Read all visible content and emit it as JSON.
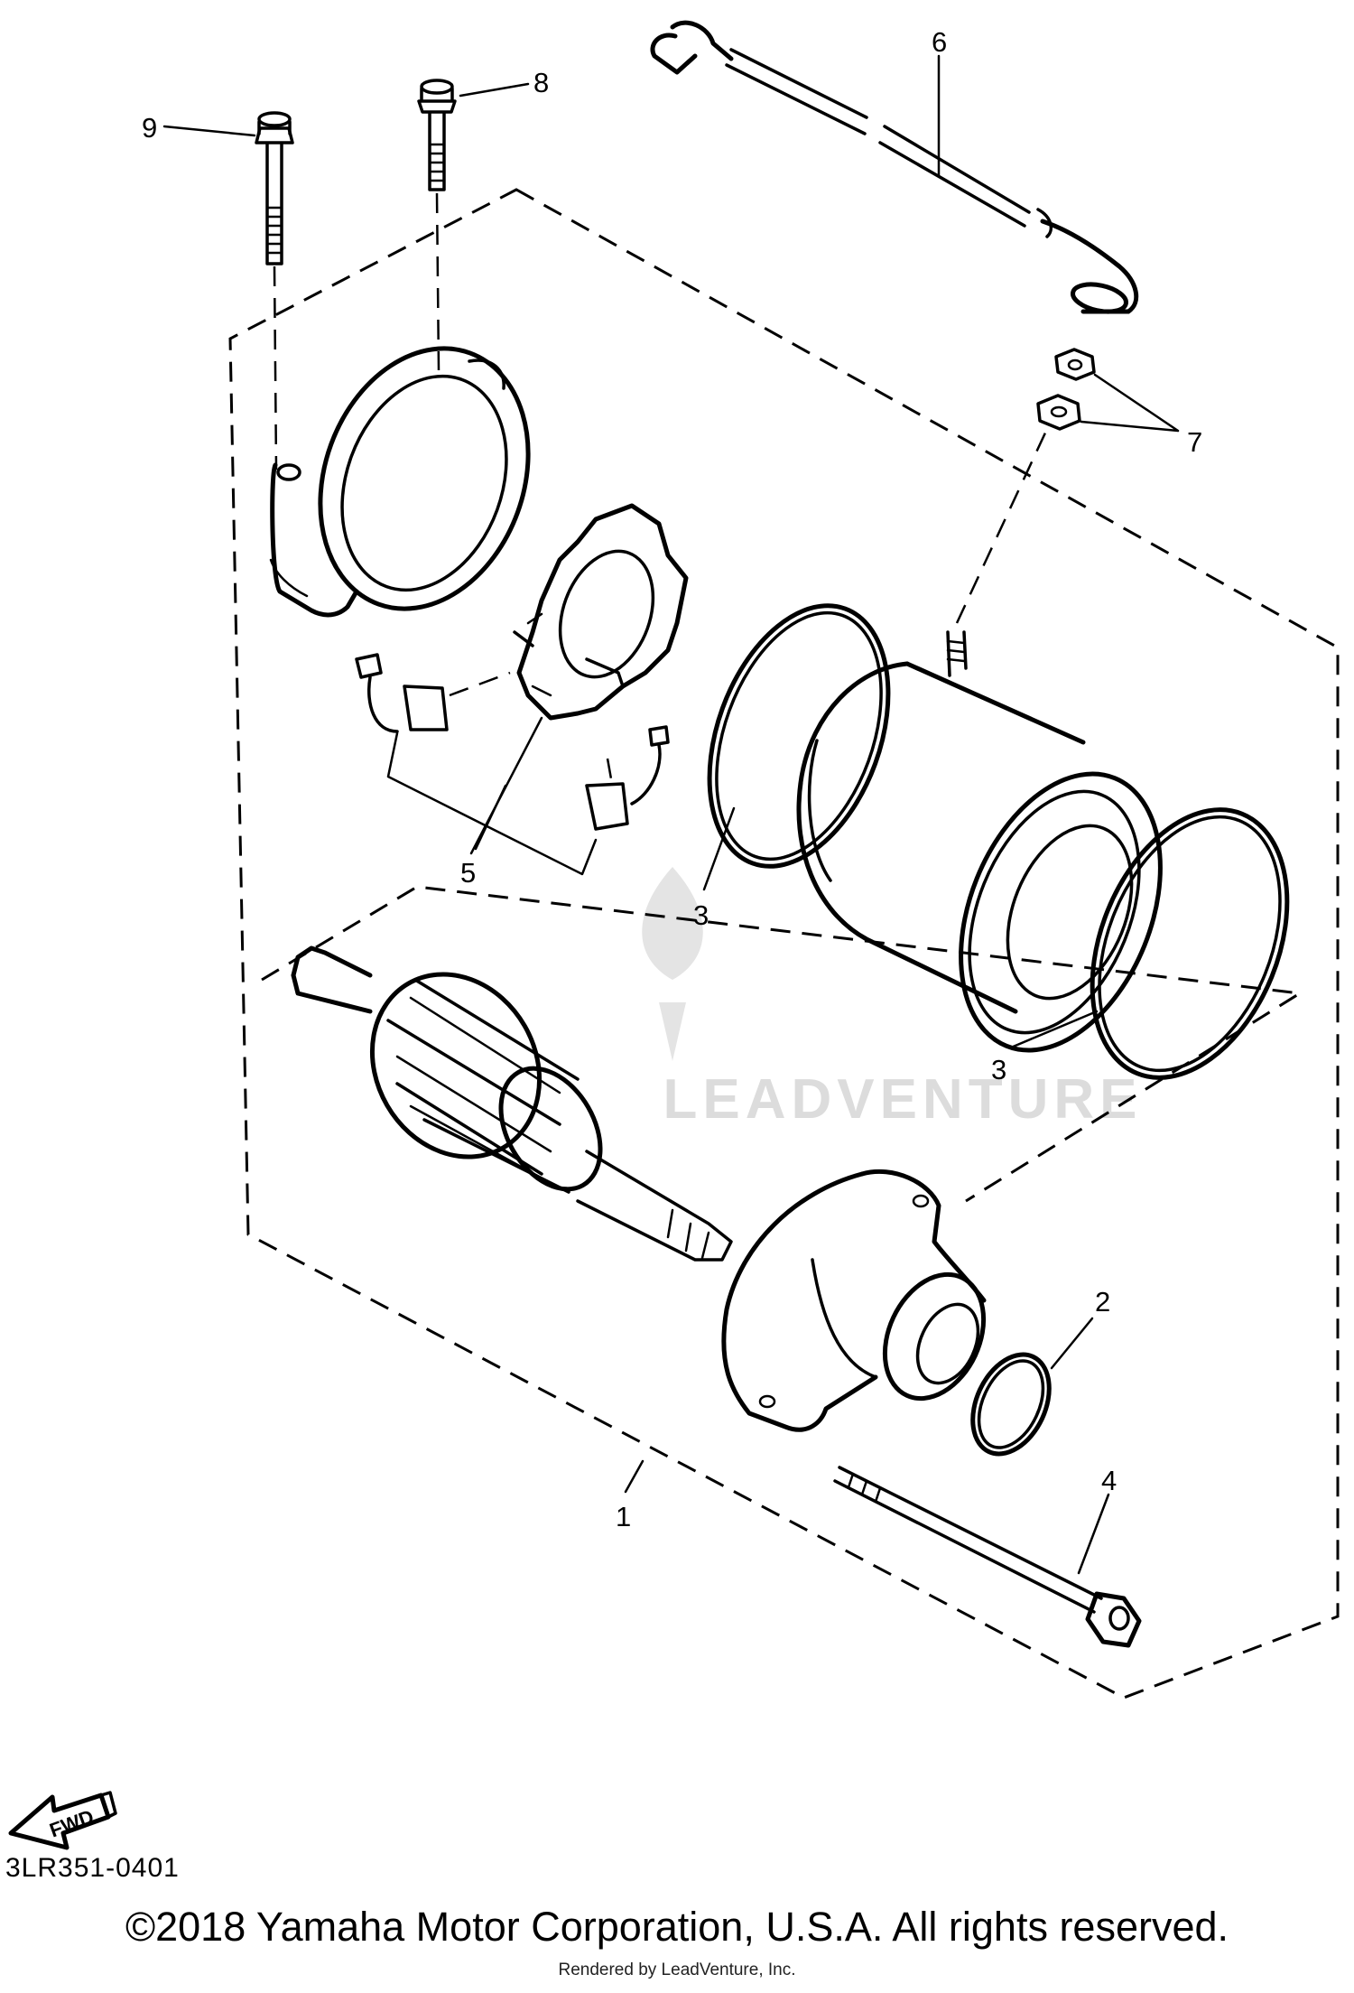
{
  "diagram": {
    "callouts": {
      "c1": "1",
      "c2": "2",
      "c3a": "3",
      "c3b": "3",
      "c4": "4",
      "c5": "5",
      "c6": "6",
      "c7": "7",
      "c8": "8",
      "c9": "9"
    },
    "fwd_label": "FWD",
    "watermark_text": "LEADVENTURE"
  },
  "footer": {
    "diagram_code": "3LR351-0401",
    "copyright": "©2018 Yamaha Motor Corporation, U.S.A. All rights reserved.",
    "rendered_by": "Rendered by LeadVenture, Inc."
  },
  "colors": {
    "ink": "#000000",
    "watermark": "#dcdcdc",
    "background": "#ffffff"
  }
}
